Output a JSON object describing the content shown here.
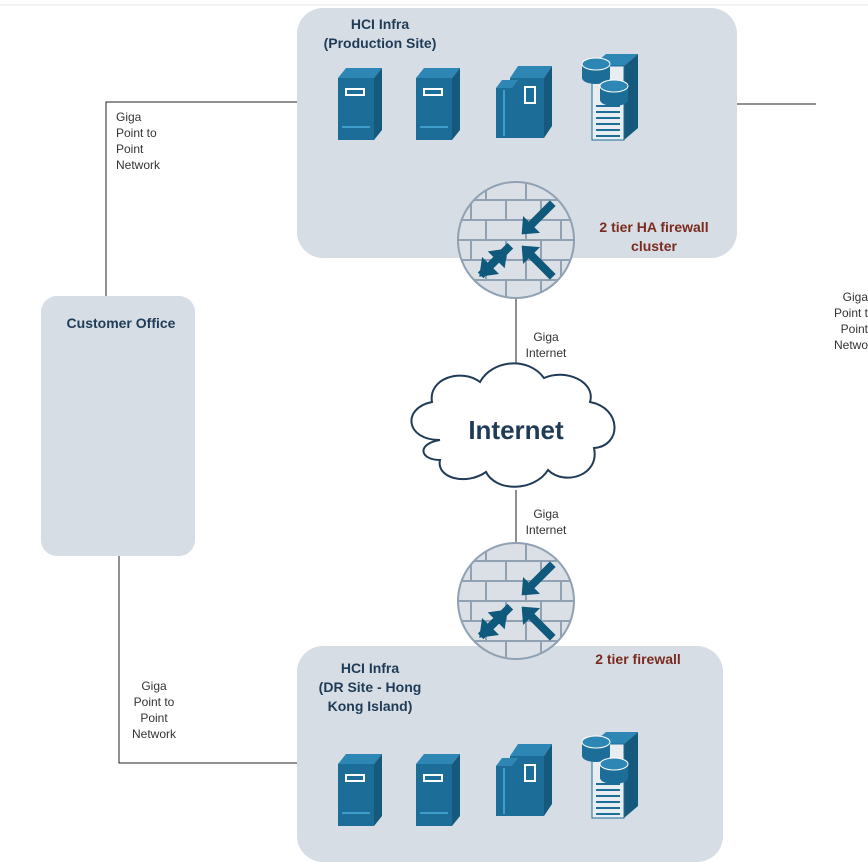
{
  "colors": {
    "site_fill": "#d6dde4",
    "server_blue": "#1c6e98",
    "server_light": "#2d86b3",
    "line": "#222222",
    "firewall_brick": "#dbe0e6",
    "firewall_arrow": "#0f5a7c",
    "title": "#1f3b57",
    "firewall_label": "#7a2a1e"
  },
  "production": {
    "title_line1": "HCI Infra",
    "title_line2": "(Production Site)",
    "firewall_line1": "2 tier HA firewall",
    "firewall_line2": "cluster",
    "servers": [
      "server-tower-icon",
      "server-tower-icon",
      "rack-server-icon",
      "database-server-icon"
    ]
  },
  "dr": {
    "title_line1": "HCI Infra",
    "title_line2": "(DR Site - Hong",
    "title_line3": "Kong Island)",
    "firewall_line1": "2 tier firewall",
    "servers": [
      "server-tower-icon",
      "server-tower-icon",
      "rack-server-icon",
      "database-server-icon"
    ]
  },
  "office": {
    "title": "Customer Office"
  },
  "internet": {
    "label": "Internet",
    "top_link_line1": "Giga",
    "top_link_line2": "Internet",
    "bottom_link_line1": "Giga",
    "bottom_link_line2": "Internet"
  },
  "links": {
    "left_top": [
      "Giga",
      "Point to",
      "Point",
      "Network"
    ],
    "left_bottom": [
      "Giga",
      "Point to",
      "Point",
      "Network"
    ],
    "right": [
      "Giga",
      "Point t",
      "Point",
      "Netwo"
    ]
  }
}
